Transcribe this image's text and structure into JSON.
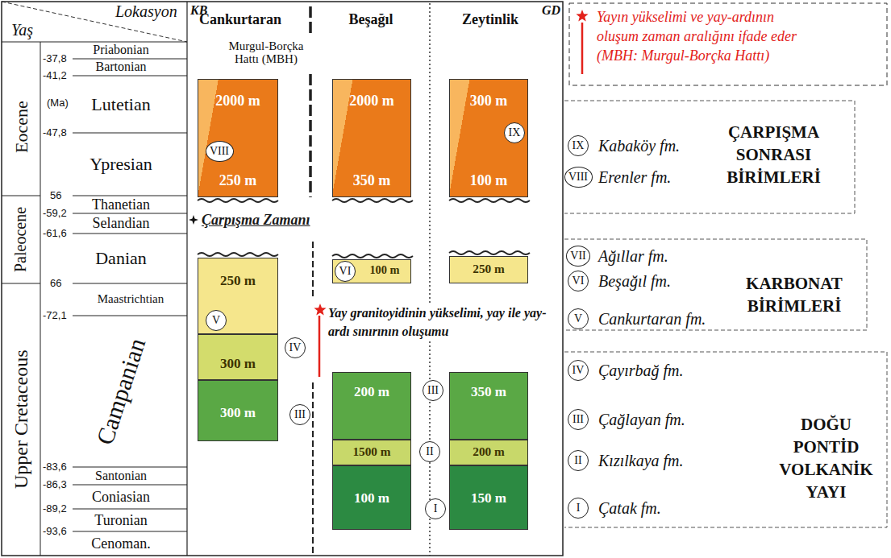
{
  "diagram": {
    "nodes": [
      {
        "text": [
          "2000 m",
          "250 m"
        ]
      },
      {
        "text": [
          "VIII"
        ],
        "in": 0
      },
      {
        "text": [
          "2000 m",
          "350 m"
        ]
      },
      {
        "text": [
          "300 m",
          "100 m"
        ]
      },
      {
        "text": [
          "IX"
        ],
        "in": 3
      },
      {
        "text": [
          "250 m"
        ]
      },
      {
        "text": [
          "V"
        ],
        "in": 5
      },
      {
        "text": [
          "IV"
        ]
      },
      {
        "text": [
          "300 m"
        ]
      },
      {
        "text": [
          "300 m"
        ]
      },
      {
        "text": [
          "III"
        ]
      },
      {
        "text": [
          "100 m"
        ]
      },
      {
        "text": [
          "VI"
        ],
        "in": 11
      },
      {
        "text": [
          "250 m"
        ]
      },
      {
        "text": [
          "200 m"
        ]
      },
      {
        "text": [
          "III"
        ]
      },
      {
        "text": [
          "350 m"
        ]
      },
      {
        "text": [
          "1500 m"
        ]
      },
      {
        "text": [
          "II"
        ]
      },
      {
        "text": [
          "200 m"
        ]
      },
      {
        "text": [
          "100 m"
        ]
      },
      {
        "text": [
          "I"
        ]
      },
      {
        "text": [
          "150 m"
        ]
      },
      {
        "text": [
          "IX"
        ]
      },
      {
        "text": [
          "VIII"
        ]
      },
      {
        "text": [
          "VII"
        ]
      },
      {
        "text": [
          "VI"
        ]
      },
      {
        "text": [
          "V"
        ]
      },
      {
        "text": [
          "IV"
        ]
      },
      {
        "text": [
          "III"
        ]
      },
      {
        "text": [
          "II"
        ]
      },
      {
        "text": [
          "I"
        ]
      }
    ],
    "labels": [
      "Yaş",
      "Lokasyon",
      "KB",
      "Cankurtaran",
      "Beşağıl",
      "Zeytinlik",
      "GD",
      "Murgul-Borçka Hattı (MBH)",
      "Eocene",
      "Paleocene",
      "Upper Cretaceous",
      "-37,8",
      "-41,2",
      "(Ma)",
      "-47,8",
      "56",
      "-59,2",
      "-61,6",
      "66",
      "-72,1",
      "-83,6",
      "-86,3",
      "-89,2",
      "-93,6",
      "Priabonian",
      "Bartonian",
      "Lutetian",
      "Ypresian",
      "Thanetian",
      "Selandian",
      "Danian",
      "Maastrichtian",
      "Campanian",
      "Santonian",
      "Coniasian",
      "Turonian",
      "Cenoman.",
      "Çarpışma Zamanı",
      "Yay granitoyidinin yükselimi, yay ile yay-ardı sınırının oluşumu",
      "Kabaköy fm.",
      "Erenler fm.",
      "ÇARPIŞMA SONRASI BİRİMLERİ",
      "Ağıllar fm.",
      "Beşağıl fm.",
      "Cankurtaran fm.",
      "KARBONAT BİRİMLERİ",
      "Çayırbağ fm.",
      "Çağlayan fm.",
      "Kızılkaya fm.",
      "Çatak fm.",
      "DOĞU PONTİD VOLKANİK YAYI"
    ],
    "legend": [
      {
        "text": "Yayın yükselimi ve yay-ardının oluşum zaman aralığını ifade eder (MBH: Murgul-Borçka Hattı)"
      }
    ]
  }
}
